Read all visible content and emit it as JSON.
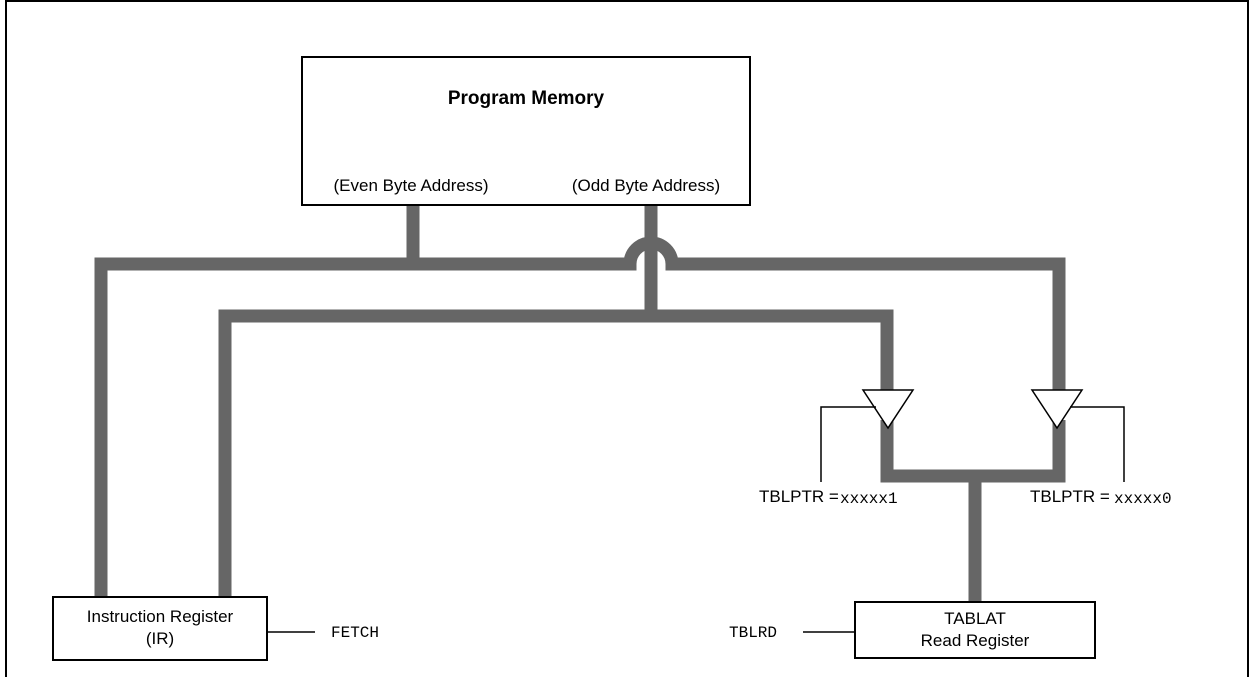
{
  "program_memory": {
    "title": "Program Memory",
    "even_label": "(Even Byte Address)",
    "odd_label": "(Odd Byte Address)"
  },
  "instruction_register": {
    "line1": "Instruction Register",
    "line2": "(IR)",
    "signal": "FETCH"
  },
  "tablat": {
    "line1": "TABLAT",
    "line2": "Read Register",
    "signal": "TBLRD"
  },
  "buffer_left": {
    "label": "TBLPTR =",
    "value": "xxxxx1"
  },
  "buffer_right": {
    "label": "TBLPTR =",
    "value": "xxxxx0"
  },
  "colors": {
    "bus": "#666666",
    "line": "#000000",
    "background": "#ffffff"
  }
}
